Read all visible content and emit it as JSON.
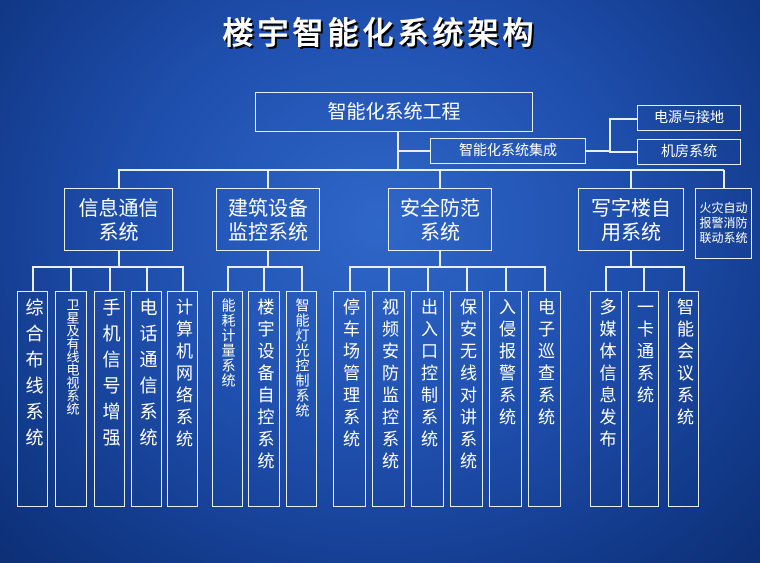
{
  "title": "楼宇智能化系统架构",
  "root": "智能化系统工程",
  "integration": "智能化系统集成",
  "side": {
    "power": "电源与接地",
    "machine_room": "机房系统"
  },
  "categories": [
    {
      "label": "信息通信系统",
      "children": [
        "综合布线系统",
        "卫星及有线电视系统",
        "手机信号增强",
        "电话通信系统",
        "计算机网络系统"
      ]
    },
    {
      "label": "建筑设备监控系统",
      "children": [
        "能耗计量系统",
        "楼宇设备自控系统",
        "智能灯光控制系统"
      ]
    },
    {
      "label": "安全防范系统",
      "children": [
        "停车场管理系统",
        "视频安防监控系统",
        "出入口控制系统",
        "保安无线对讲系统",
        "入侵报警系统",
        "电子巡查系统"
      ]
    },
    {
      "label": "写字楼自用系统",
      "children": [
        "多媒体信息发布",
        "一卡通系统",
        "智能会议系统"
      ]
    },
    {
      "label": "火灾自动报警消防联动系统",
      "children": []
    }
  ]
}
